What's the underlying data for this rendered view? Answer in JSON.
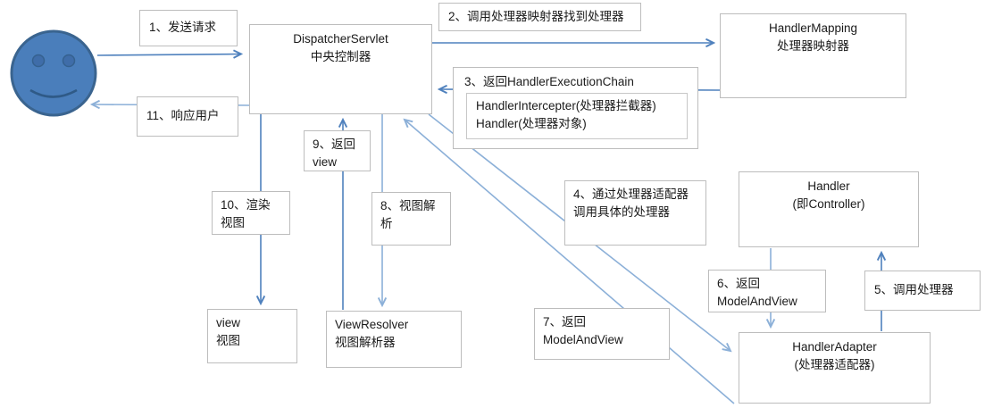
{
  "colors": {
    "line_primary": "#4f81bd",
    "line_light": "#8cb0d8",
    "box_border": "#bdbdbd",
    "smiley_fill": "#4a7ebb",
    "smiley_stroke": "#3a648f",
    "text": "#1a1a1a"
  },
  "nodes": {
    "label_1": {
      "text": "1、发送请求"
    },
    "dispatcher": {
      "line1": "DispatcherServlet",
      "line2": "中央控制器"
    },
    "label_2": {
      "text": "2、调用处理器映射器找到处理器"
    },
    "handler_mapping": {
      "line1": "HandlerMapping",
      "line2": "处理器映射器"
    },
    "label_3": {
      "title": "3、返回HandlerExecutionChain",
      "inner_line1": "HandlerIntercepter(处理器拦截器)",
      "inner_line2": "Handler(处理器对象)"
    },
    "label_11": {
      "text": "11、响应用户"
    },
    "label_9": {
      "line1": "9、返回",
      "line2": "view"
    },
    "label_10": {
      "line1": "10、渲染",
      "line2": "视图"
    },
    "label_8": {
      "line1": "8、视图解",
      "line2": "析"
    },
    "label_4": {
      "line1": "4、通过处理器适配器",
      "line2": "调用具体的处理器"
    },
    "handler": {
      "line1": "Handler",
      "line2": "(即Controller)"
    },
    "label_6": {
      "line1": "6、返回",
      "line2": "ModelAndView"
    },
    "label_5": {
      "text": "5、调用处理器"
    },
    "label_7": {
      "line1": "7、返回",
      "line2": "ModelAndView"
    },
    "view": {
      "line1": "view",
      "line2": "视图"
    },
    "view_resolver": {
      "line1": "ViewResolver",
      "line2": "视图解析器"
    },
    "handler_adapter": {
      "line1": "HandlerAdapter",
      "line2": "(处理器适配器)"
    }
  }
}
